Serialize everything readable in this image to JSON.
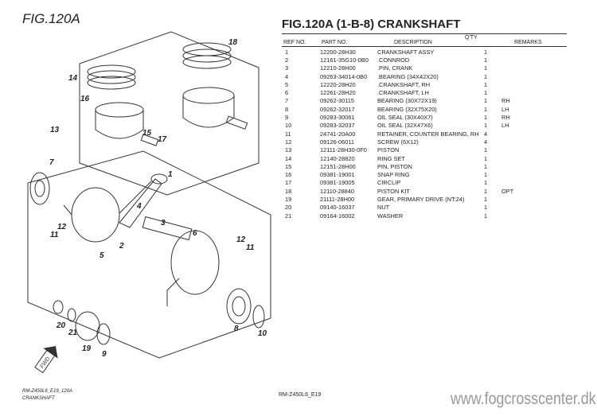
{
  "figure_label": "FIG.120A",
  "title": "FIG.120A (1-B-8) CRANKSHAFT",
  "headers": {
    "ref": "REF NO.",
    "part": "PART NO.",
    "desc": "DESCRIPTION",
    "qty": "Q'TY",
    "remarks": "REMARKS"
  },
  "rows": [
    [
      "1",
      "12200-28H30",
      "CRANKSHAFT ASSY",
      "1",
      ""
    ],
    [
      "2",
      "12161-35G10-0B0",
      ".CONNROD",
      "1",
      ""
    ],
    [
      "3",
      "12210-28H00",
      ".PIN, CRANK",
      "1",
      ""
    ],
    [
      "4",
      "09263-34014-0B0",
      ".BEARING (34X42X20)",
      "1",
      ""
    ],
    [
      "5",
      "12220-28H20",
      ".CRANKSHAFT, RH",
      "1",
      ""
    ],
    [
      "6",
      "12261-28H20",
      ".CRANKSHAFT, LH",
      "1",
      ""
    ],
    [
      "7",
      "09262-30115",
      "BEARING (30X72X19)",
      "1",
      "RH"
    ],
    [
      "8",
      "09262-32017",
      "BEARING (32X75X20)",
      "1",
      "LH"
    ],
    [
      "9",
      "09283-30061",
      "OIL SEAL (30X40X7)",
      "1",
      "RH"
    ],
    [
      "10",
      "09283-32037",
      "OIL SEAL (32X47X6)",
      "1",
      "LH"
    ],
    [
      "11",
      "24741-20A00",
      "RETAINER, COUNTER BEARING, RH",
      "4",
      ""
    ],
    [
      "12",
      "09126-06011",
      "SCREW (6X12)",
      "4",
      ""
    ],
    [
      "13",
      "12111-28H30-0F0",
      "PISTON",
      "1",
      ""
    ],
    [
      "14",
      "12140-28820",
      "RING SET",
      "1",
      ""
    ],
    [
      "15",
      "12151-28H00",
      "PIN, PISTON",
      "1",
      ""
    ],
    [
      "16",
      "09381-19001",
      "SNAP RING",
      "1",
      ""
    ],
    [
      "17",
      "09381-19005",
      "CIRCLIP",
      "1",
      ""
    ],
    [
      "18",
      "12110-28840",
      "PISTON KIT",
      "1",
      "OPT"
    ],
    [
      "19",
      "21111-28H00",
      "GEAR, PRIMARY DRIVE (NT:24)",
      "1",
      ""
    ],
    [
      "20",
      "09140-16037",
      "NUT",
      "1",
      ""
    ],
    [
      "21",
      "09164-16002",
      "WASHER",
      "1",
      ""
    ]
  ],
  "callouts": [
    "18",
    "14",
    "16",
    "13",
    "15",
    "17",
    "7",
    "1",
    "4",
    "3",
    "11",
    "12",
    "2",
    "5",
    "6",
    "12",
    "11",
    "20",
    "21",
    "19",
    "9",
    "8",
    "10"
  ],
  "fwd": "FWD",
  "footer": {
    "left1": "RM-Z450L6_E19_120A",
    "left2": "CRANKSHAFT",
    "center": "RM-Z450L6_E19",
    "watermark": "www.fogcrosscenter.dk"
  }
}
